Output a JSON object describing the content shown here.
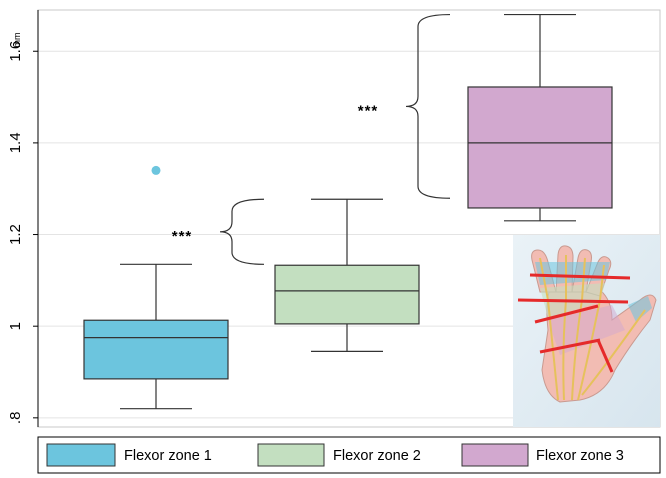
{
  "chart_data": {
    "type": "box",
    "title": "",
    "xlabel": "",
    "ylabel": "",
    "y_unit": "mm",
    "ylim": [
      0.78,
      1.69
    ],
    "y_ticks": [
      0.8,
      1.0,
      1.2,
      1.4,
      1.6
    ],
    "y_tick_labels": [
      ".8",
      "1",
      "1.2",
      "1.4",
      "1.6"
    ],
    "grid": true,
    "legend_position": "bottom",
    "series": [
      {
        "name": "Flexor zone 1",
        "color": "#6cc5de",
        "min": 0.82,
        "q1": 0.885,
        "median": 0.975,
        "q3": 1.013,
        "max": 1.135,
        "outliers": [
          1.34
        ]
      },
      {
        "name": "Flexor zone 2",
        "color": "#c3dfc0",
        "min": 0.945,
        "q1": 1.005,
        "median": 1.077,
        "q3": 1.133,
        "max": 1.277,
        "outliers": []
      },
      {
        "name": "Flexor zone 3",
        "color": "#d2a8cf",
        "min": 1.23,
        "q1": 1.258,
        "median": 1.4,
        "q3": 1.522,
        "max": 1.68,
        "outliers": []
      }
    ],
    "annotations": [
      {
        "text": "***",
        "between": [
          "Flexor zone 1",
          "Flexor zone 2"
        ]
      },
      {
        "text": "***",
        "between": [
          "Flexor zone 2",
          "Flexor zone 3"
        ]
      }
    ],
    "inset_image": "hand-flexor-zones-illustration"
  }
}
